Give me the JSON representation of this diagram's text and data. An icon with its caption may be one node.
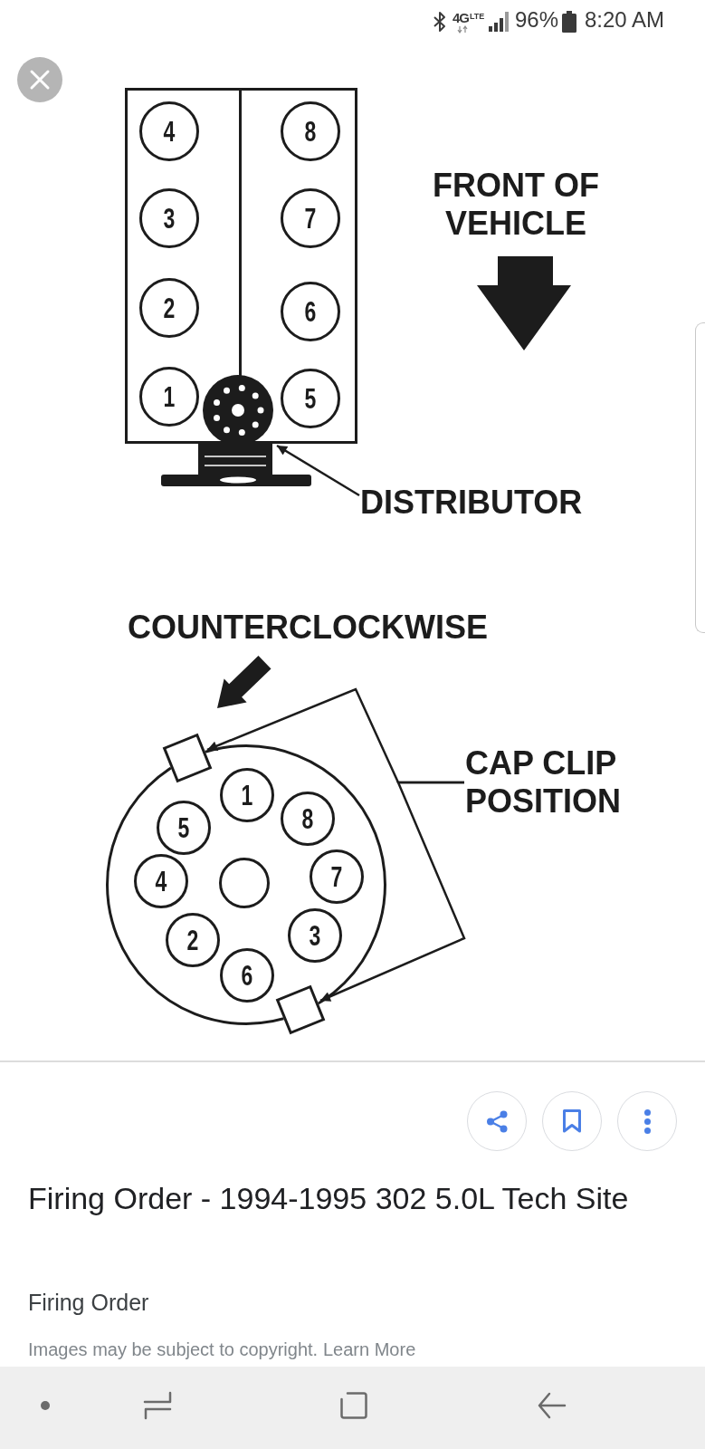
{
  "diagram": {
    "title": "Firing Order - 1994-1995 302 5.0L Tech Site",
    "nodes": [
      {
        "text": [],
        "shape": "box"
      },
      {
        "text": [
          "4"
        ],
        "in": 0
      },
      {
        "text": [
          "8"
        ],
        "in": 0
      },
      {
        "text": [
          "3"
        ],
        "in": 0
      },
      {
        "text": [
          "7"
        ],
        "in": 0
      },
      {
        "text": [
          "2"
        ],
        "in": 0
      },
      {
        "text": [
          "6"
        ],
        "in": 0
      },
      {
        "text": [
          "1"
        ],
        "in": 0
      },
      {
        "text": [],
        "shape": "picture"
      },
      {
        "text": [
          "5"
        ],
        "in": 0
      },
      {
        "text": [
          "DISTRIBUTOR"
        ]
      },
      {
        "text": [],
        "shape": "box"
      },
      {
        "text": [
          "CAP CLIP POSITION"
        ]
      },
      {
        "text": [],
        "shape": "circle"
      },
      {
        "text": [
          "1"
        ],
        "in": 13
      },
      {
        "text": [
          "5"
        ],
        "in": 13
      },
      {
        "text": [
          "8"
        ],
        "in": 13
      },
      {
        "text": [
          "4"
        ],
        "in": 13
      },
      {
        "text": [],
        "shape": "circle",
        "in": 13
      },
      {
        "text": [
          "7"
        ],
        "in": 13
      },
      {
        "text": [
          "2"
        ],
        "in": 13
      },
      {
        "text": [
          "3"
        ],
        "in": 13
      },
      {
        "text": [
          "6"
        ],
        "in": 13
      },
      {
        "text": [],
        "shape": "box"
      }
    ],
    "edges": [
      {
        "from": 10,
        "to": 8,
        "arrow": "to"
      },
      {
        "from": 12,
        "to": 11,
        "arrow": "to"
      },
      {
        "from": 12,
        "to": 23,
        "arrow": "to"
      }
    ],
    "labels": [
      "4G",
      "LTE",
      "96%",
      "8:20 AM",
      "FRONT OF VEHICLE",
      "COUNTERCLOCKWISE",
      "Firing Order",
      "Images may be subject to copyright.",
      "Learn More"
    ]
  }
}
